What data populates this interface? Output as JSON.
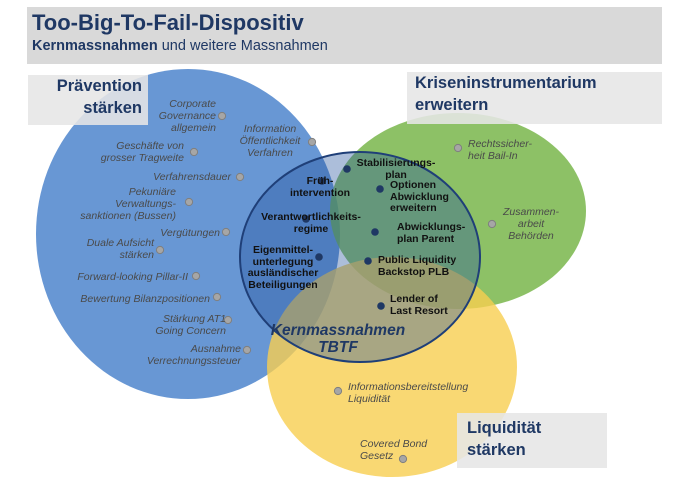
{
  "header": {
    "title": "Too-Big-To-Fail-Dispositiv",
    "subtitle_bold": "Kernmassnahmen",
    "subtitle_rest": " und weitere Massnahmen"
  },
  "colors": {
    "blue": "#5b8fd0",
    "green": "#6aae3c",
    "yellow": "#f2c94c",
    "core_blue": "#2e5c9e",
    "title_navy": "#1f3864"
  },
  "icons": [
    "grey-dot",
    "navy-dot"
  ],
  "circles": {
    "praevention": [
      "Prävention",
      "stärken"
    ],
    "krisen": [
      "Kriseninstrumentarium",
      "erweitern"
    ],
    "liquiditaet": [
      "Liquidität",
      "stärken"
    ]
  },
  "blue_items": [
    [
      "Corporate",
      "Governance",
      "allgemein"
    ],
    [
      "Information",
      "Öffentlichkeit",
      "Verfahren"
    ],
    [
      "Geschäfte von",
      "grosser Tragweite"
    ],
    [
      "Verfahrensdauer"
    ],
    [
      "Pekuniäre",
      "Verwaltungs-",
      "sanktionen (Bussen)"
    ],
    [
      "Vergütungen"
    ],
    [
      "Duale Aufsicht",
      "stärken"
    ],
    [
      "Forward-looking Pillar-II"
    ],
    [
      "Bewertung Bilanzpositionen"
    ],
    [
      "Stärkung AT1",
      "Going Concern"
    ],
    [
      "Ausnahme",
      "Verrechnungssteuer"
    ]
  ],
  "green_items": [
    [
      "Rechtssicher-",
      "heit Bail-In"
    ],
    [
      "Zusammen-",
      "arbeit",
      "Behörden"
    ]
  ],
  "yellow_items": [
    [
      "Informationsbereitstellung",
      "Liquidität"
    ],
    [
      "Covered Bond",
      "Gesetz"
    ]
  ],
  "core_items": [
    [
      "Stabilisierungs-",
      "plan"
    ],
    [
      "Früh-",
      "intervention"
    ],
    [
      "Optionen",
      "Abwicklung",
      "erweitern"
    ],
    [
      "Verantwortlichkeits-",
      "regime"
    ],
    [
      "Abwicklungs-",
      "plan Parent"
    ],
    [
      "Eigenmittel-",
      "unterlegung",
      "ausländischer",
      "Beteiligungen"
    ],
    [
      "Public Liquidity",
      "Backstop PLB"
    ],
    [
      "Lender of",
      "Last Resort"
    ]
  ],
  "core_label": [
    "Kernmassnahmen",
    "TBTF"
  ]
}
